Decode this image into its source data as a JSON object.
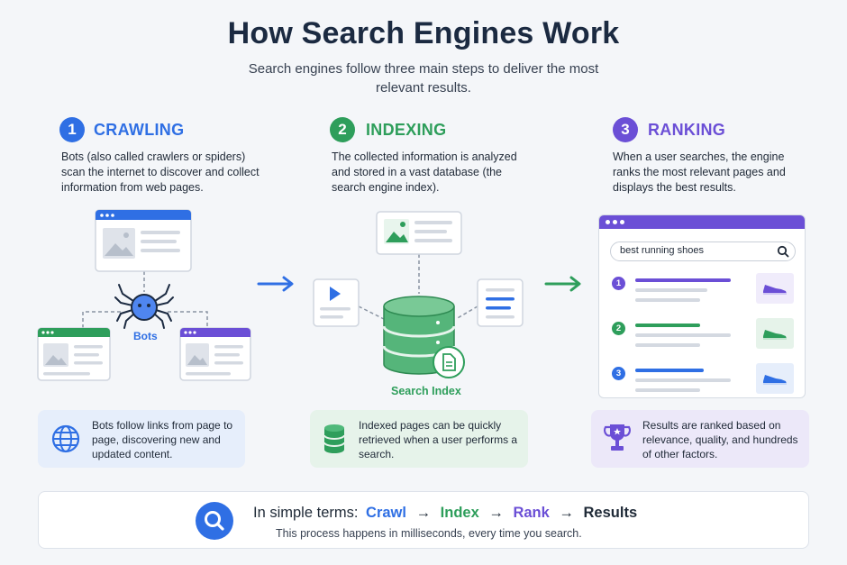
{
  "header": {
    "title": "How Search Engines Work",
    "subtitle": "Search engines follow three main steps to deliver the most relevant results."
  },
  "steps": [
    {
      "number": "1",
      "title": "CRAWLING",
      "color": "#2f6fe4",
      "description": "Bots (also called crawlers or spiders) scan the internet to discover and collect information from web pages.",
      "info": "Bots follow links from page to page, discovering new and updated content."
    },
    {
      "number": "2",
      "title": "INDEXING",
      "color": "#2e9e5b",
      "description": "The collected information is analyzed and stored in a vast database (the search engine index).",
      "info": "Indexed pages can be quickly retrieved when a user performs a search."
    },
    {
      "number": "3",
      "title": "RANKING",
      "color": "#6b4fd6",
      "description": "When a user searches, the engine ranks the most relevant pages and displays the best results.",
      "info": "Results are ranked based on relevance, quality, and hundreds of other factors."
    }
  ],
  "crawling": {
    "bot_label": "Bots"
  },
  "indexing": {
    "index_label": "Search Index"
  },
  "ranking": {
    "search_query": "best running shoes",
    "results": [
      {
        "rank": "1"
      },
      {
        "rank": "2"
      },
      {
        "rank": "3"
      }
    ]
  },
  "summary": {
    "prefix": "In simple terms:",
    "flow": [
      {
        "label": "Crawl",
        "color": "#2f6fe4"
      },
      {
        "label": "Index",
        "color": "#2e9e5b"
      },
      {
        "label": "Rank",
        "color": "#6b4fd6"
      },
      {
        "label": "Results",
        "color": "#1f2a37"
      }
    ],
    "arrow": "→",
    "note": "This process happens in milliseconds, every time you search."
  },
  "icons": [
    "globe-icon",
    "database-icon",
    "trophy-icon",
    "search-icon",
    "spider-icon",
    "shoe-icon",
    "document-icon",
    "image-icon",
    "video-icon"
  ]
}
